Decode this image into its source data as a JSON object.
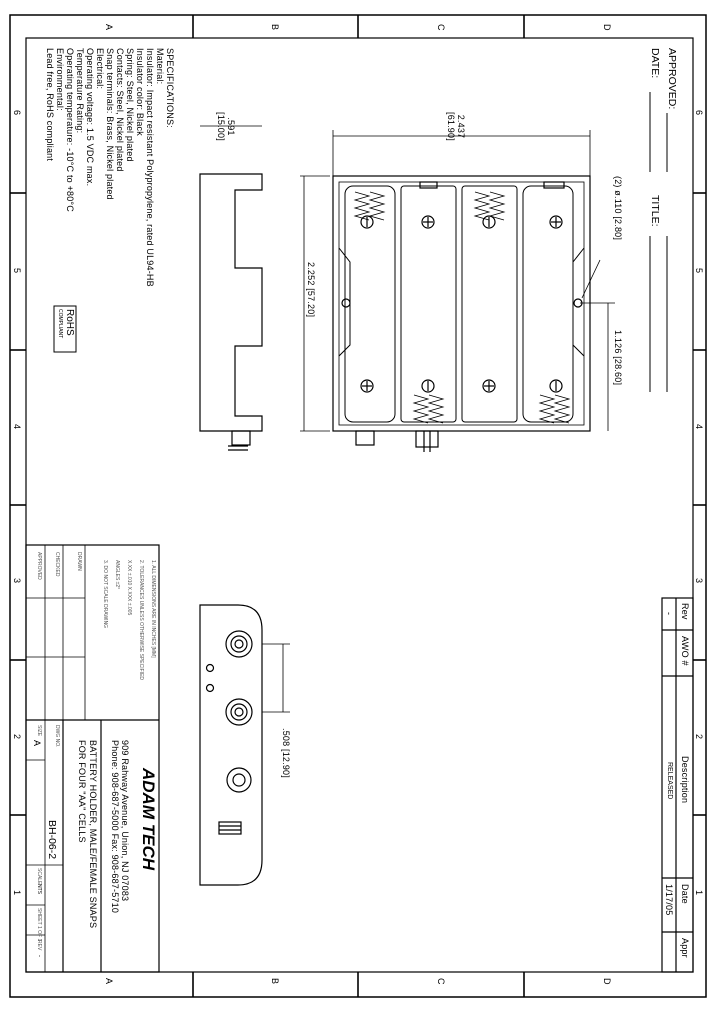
{
  "approval": {
    "approved_label": "APPROVED:",
    "date_label": "DATE:",
    "title_label": "TITLE:"
  },
  "zones": {
    "letters": [
      "A",
      "B",
      "C",
      "D"
    ],
    "numbers": [
      "6",
      "5",
      "4",
      "3",
      "2",
      "1"
    ]
  },
  "specifications": {
    "heading": "SPECIFICATIONS:",
    "lines": [
      "Material:",
      "Insulator: Impact resistant Polypropylene, rated UL94-HB",
      "Insulator color: Black",
      "Spring: Steel, Nickel plated",
      "Contacts: Steel, Nickel plated",
      "Snap terminals: Brass, Nickel plated",
      "Electrical:",
      "Operating voltage: 1.5 VDC max.",
      "Temperature Rating:",
      "Operating temperature: -10°C to +80°C",
      "Environmental:",
      "Lead free, RoHS compliant"
    ]
  },
  "rohs_badge": {
    "title": "RoHS",
    "subtitle": "COMPLIANT"
  },
  "dimensions": {
    "width": "2.437\n[61.90]",
    "thickness": ".591\n[15.00]",
    "length": "2.252 [57.20]",
    "hole": "(2) ø.110 [2.80]",
    "hole_offset": "1.126 [28.60]",
    "snap_spacing": ".508 [12.90]"
  },
  "revision_table": {
    "headers": [
      "Rev",
      "AWO #",
      "Description",
      "Date",
      "Appr"
    ],
    "row": [
      "-",
      "",
      "RELEASED",
      "1/17/05",
      ""
    ]
  },
  "title_block": {
    "company": "ADAM TECH",
    "address": "909 Rahway Avenue, Union, NJ 07083",
    "phone": "Phone: 908-687-5000 Fax: 908-687-5710",
    "description_line1": "BATTERY HOLDER, MALE/FEMALE SNAPS",
    "description_line2": "FOR FOUR \"AA\" CELLS",
    "part_number": "BH-06-2",
    "notes_lines": [
      "1. ALL DIMENSIONS ARE IN INCHES [MM]",
      "2. TOLERANCES UNLESS OTHERWISE SPECIFIED",
      "X.XX ±.010  X.XXX ±.005",
      "ANGLES ±2°",
      "3. DO NOT SCALE DRAWING"
    ],
    "small_labels": {
      "drawn": "DRAWN",
      "checked": "CHECKED",
      "approved": "APPROVED",
      "scale": "SCALE",
      "size": "SIZE",
      "size_value": "A",
      "dwg_no": "DWG NO.",
      "rev": "REV",
      "rev_value": "-",
      "sheet": "SHEET 1 OF 1",
      "nts": "NTS"
    }
  }
}
